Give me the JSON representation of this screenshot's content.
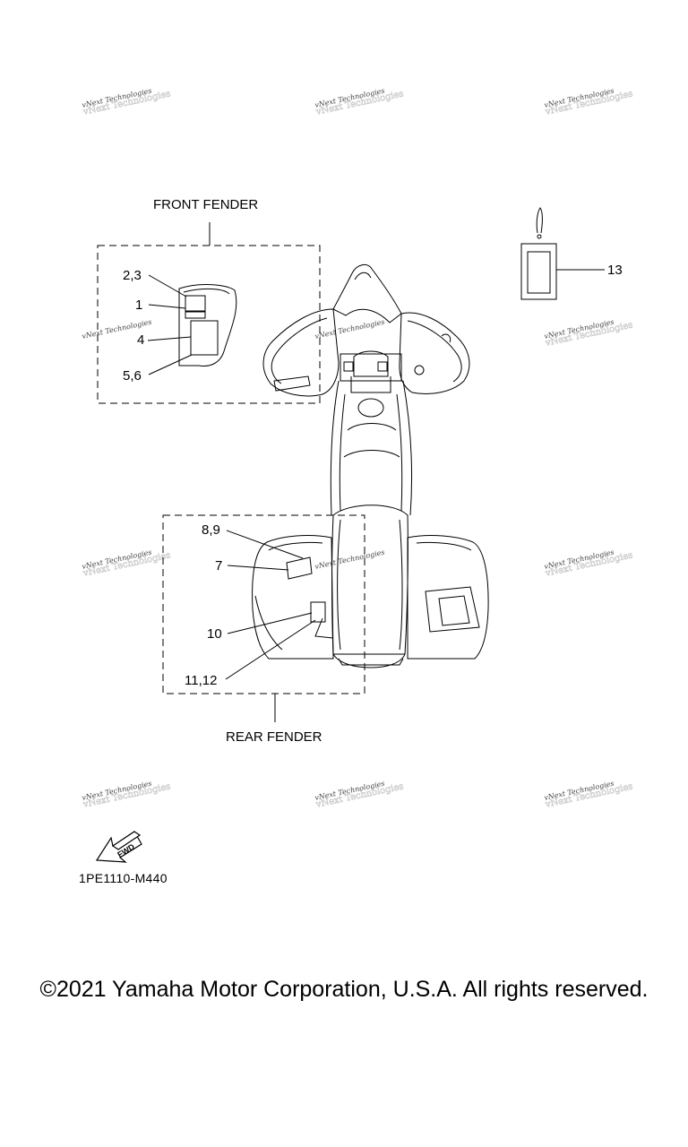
{
  "diagram": {
    "front_fender_label": "FRONT FENDER",
    "rear_fender_label": "REAR FENDER",
    "callouts": {
      "c_2_3": "2,3",
      "c_1": "1",
      "c_4": "4",
      "c_5_6": "5,6",
      "c_13": "13",
      "c_8_9": "8,9",
      "c_7": "7",
      "c_10": "10",
      "c_11_12": "11,12"
    },
    "fwd_label": "FWD",
    "watermark_text": "vNext Technologies"
  },
  "part_code": "1PE1110-M440",
  "copyright": "©2021 Yamaha Motor Corporation, U.S.A. All rights reserved."
}
